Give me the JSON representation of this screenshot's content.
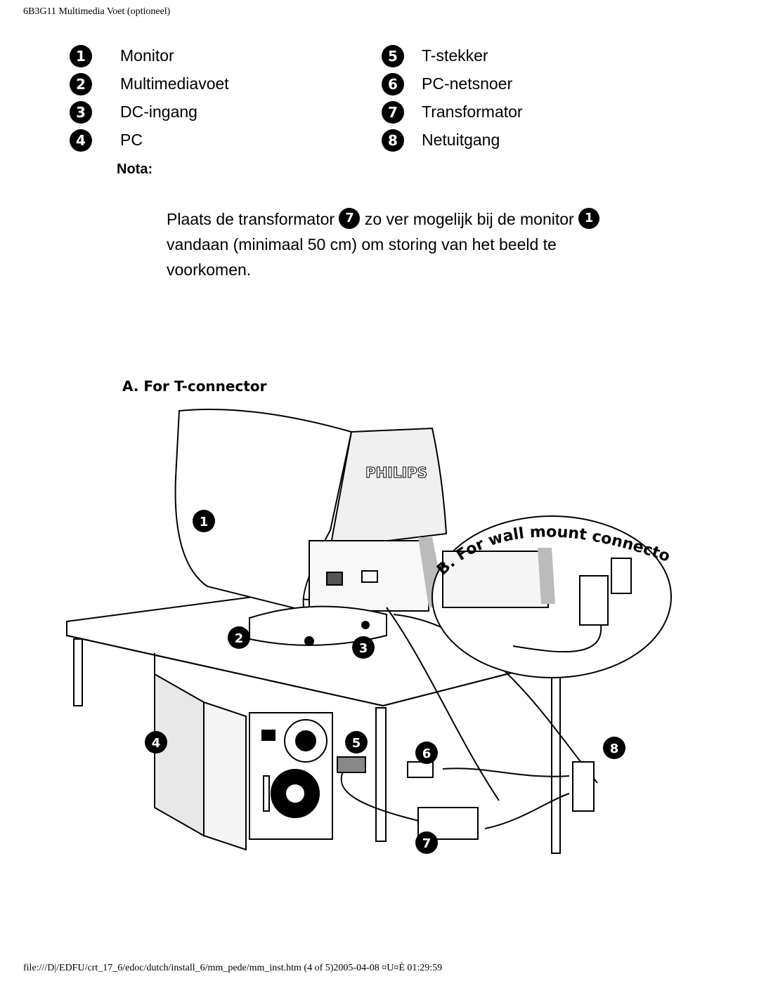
{
  "header": {
    "title": "6B3G11 Multimedia Voet (optioneel)"
  },
  "legend": {
    "left": [
      {
        "num": "1",
        "label": "Monitor"
      },
      {
        "num": "2",
        "label": "Multimediavoet"
      },
      {
        "num": "3",
        "label": "DC-ingang"
      },
      {
        "num": "4",
        "label": "PC"
      }
    ],
    "right": [
      {
        "num": "5",
        "label": "T-stekker"
      },
      {
        "num": "6",
        "label": "PC-netsnoer"
      },
      {
        "num": "7",
        "label": "Transformator"
      },
      {
        "num": "8",
        "label": "Netuitgang"
      }
    ]
  },
  "note": {
    "heading": "Nota:",
    "part1": "Plaats de transformator",
    "badge1": "7",
    "part2": "zo ver mogelijk bij de monitor",
    "badge2": "1",
    "part3": "vandaan (minimaal 50 cm) om storing van het beeld te voorkomen."
  },
  "illustration": {
    "title_a": "A. For T-connector",
    "title_b": "B. For wall mount connector",
    "brand": "PHILIPS",
    "callouts": [
      "1",
      "2",
      "3",
      "4",
      "5",
      "6",
      "7",
      "8"
    ]
  },
  "footer": {
    "path": "file:///D|/EDFU/crt_17_6/edoc/dutch/install_6/mm_pede/mm_inst.htm (4 of 5)2005-04-08 ¤U¤È 01:29:59"
  }
}
